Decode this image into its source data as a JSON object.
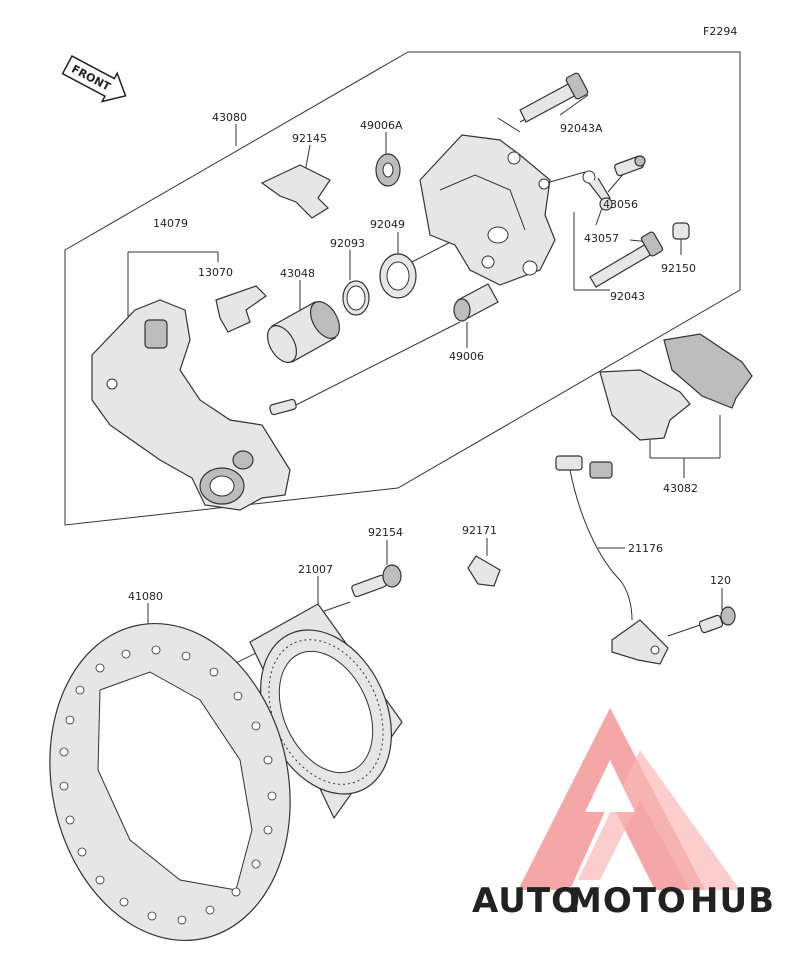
{
  "figure_code": "F2294",
  "front_label": "FRONT",
  "labels": {
    "p43080": "43080",
    "p92145": "92145",
    "p49006A": "49006A",
    "p92043A": "92043A",
    "p43056": "43056",
    "p43057": "43057",
    "p92150": "92150",
    "p92043": "92043",
    "p14079": "14079",
    "p13070": "13070",
    "p43048": "43048",
    "p92093": "92093",
    "p92049": "92049",
    "p49006": "49006",
    "p43082": "43082",
    "p92154": "92154",
    "p92171": "92171",
    "p21176": "21176",
    "p21007": "21007",
    "p41080": "41080",
    "p120": "120"
  },
  "watermark": {
    "part1": "AUTO",
    "part2": "MOTO",
    "part3": "HUB",
    "colors": {
      "auto": "#f7b96a",
      "moto": "#f28a8a",
      "hub": "#444444",
      "logo": "#f28a8a"
    }
  }
}
